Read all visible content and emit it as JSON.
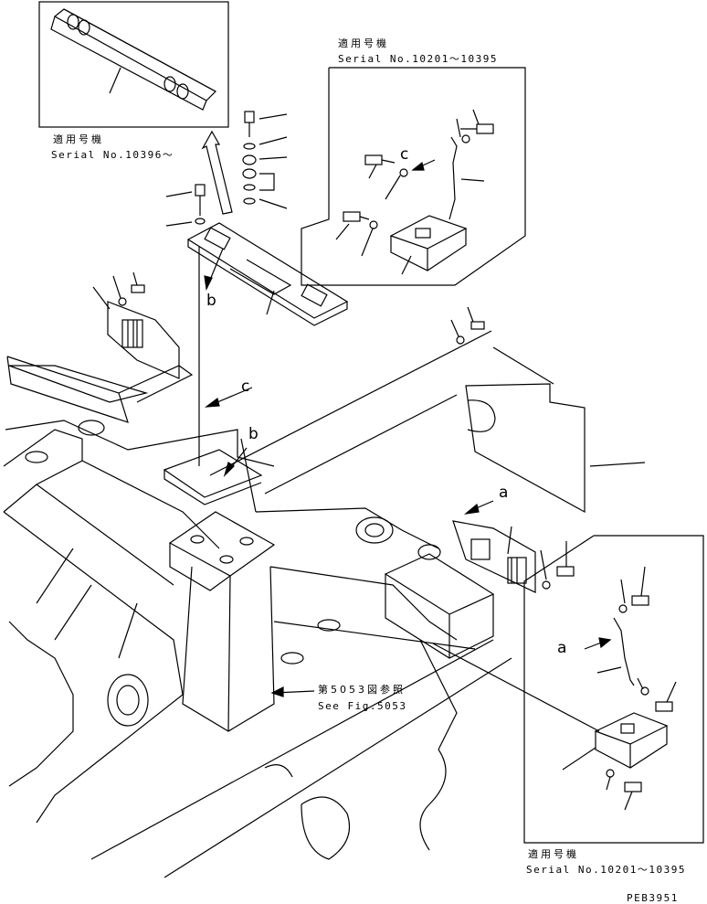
{
  "colors": {
    "ink": "#000000",
    "paper": "#ffffff"
  },
  "inset_top_left": {
    "applicability_label": "適用号機",
    "serial_text": "Serial No.10396～"
  },
  "inset_top_right": {
    "applicability_label": "適用号機",
    "serial_text": "Serial No.10201～10395",
    "callout": "c"
  },
  "inset_bottom_right": {
    "applicability_label": "適用号機",
    "serial_text": "Serial No.10201～10395",
    "callout": "a"
  },
  "main_callouts": {
    "a": "a",
    "b_upper": "b",
    "b_lower": "b",
    "c": "c"
  },
  "reference_note": {
    "jp": "第5053図参照",
    "en": "See Fig.5053"
  },
  "drawing_code": "PEB3951"
}
